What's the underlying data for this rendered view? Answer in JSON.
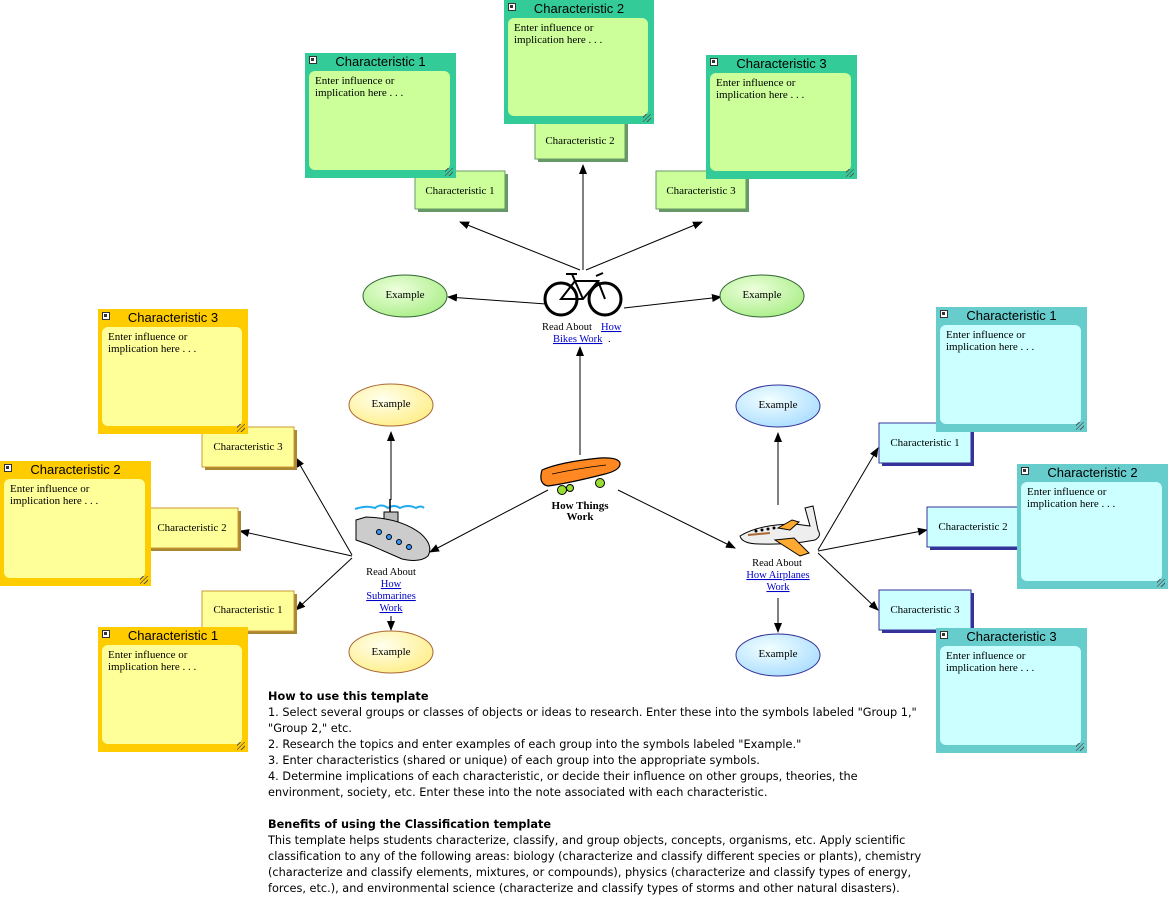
{
  "center": {
    "label_line1": "How Things",
    "label_line2": "Work"
  },
  "bikes": {
    "read_about": "Read About",
    "link_line1": "How",
    "link_line2": "Bikes Work",
    "link_trailer": ".",
    "examples": [
      "Example",
      "Example"
    ],
    "characteristics": [
      "Characteristic 1",
      "Characteristic 2",
      "Characteristic 3"
    ],
    "notes": [
      {
        "title": "Characteristic 1",
        "body": "Enter influence or implication here . . ."
      },
      {
        "title": "Characteristic 2",
        "body": "Enter influence or implication here . . ."
      },
      {
        "title": "Characteristic 3",
        "body": "Enter influence or implication here . . ."
      }
    ]
  },
  "submarines": {
    "read_about": "Read About",
    "link_line1": "How",
    "link_line2": "Submarines",
    "link_line3": "Work",
    "examples": [
      "Example",
      "Example"
    ],
    "characteristics": [
      "Characteristic 3",
      "Characteristic 2",
      "Characteristic 1"
    ],
    "notes": [
      {
        "title": "Characteristic 3",
        "body": "Enter influence or implication here . . ."
      },
      {
        "title": "Characteristic 2",
        "body": "Enter influence or implication here . . ."
      },
      {
        "title": "Characteristic 1",
        "body": "Enter influence or implication here . . ."
      }
    ]
  },
  "airplanes": {
    "read_about": "Read About",
    "link_line1": "How Airplanes",
    "link_line2": "Work",
    "examples": [
      "Example",
      "Example"
    ],
    "characteristics": [
      "Characteristic 1",
      "Characteristic 2",
      "Characteristic 3"
    ],
    "notes": [
      {
        "title": "Characteristic 1",
        "body": "Enter influence or implication here . . ."
      },
      {
        "title": "Characteristic 2",
        "body": "Enter influence or implication here . . ."
      },
      {
        "title": "Characteristic 3",
        "body": "Enter influence or implication here . . ."
      }
    ]
  },
  "instructions": {
    "how_heading": "How to use this template",
    "steps": [
      "1. Select several groups or classes of objects or ideas to research. Enter these into the symbols labeled \"Group 1,\" \"Group 2,\" etc.",
      "2. Research the topics and enter examples of each group into the symbols labeled \"Example.\"",
      "3. Enter characteristics (shared or unique) of each group into the appropriate symbols.",
      "4. Determine implications of each characteristic, or decide their influence on other groups, theories, the environment, society, etc. Enter these into the note associated with each characteristic."
    ],
    "benefits_heading": "Benefits of using the Classification template",
    "benefits_text": "This template helps students characterize, classify, and group objects, concepts, organisms, etc. Apply scientific classification to any of the following areas: biology (characterize and classify different species or plants), chemistry (characterize and classify elements, mixtures, or compounds), physics (characterize and classify types of energy, forces, etc.), and environmental science (characterize and classify types of storms and other natural disasters)."
  },
  "colors": {
    "green_node": "#ccff99",
    "yellow_node": "#ffff99",
    "cyan_node": "#ccffff",
    "green_note": "#33cc99",
    "yellow_note": "#ffcc00",
    "cyan_note": "#66cccc",
    "link": "#0000cc"
  }
}
